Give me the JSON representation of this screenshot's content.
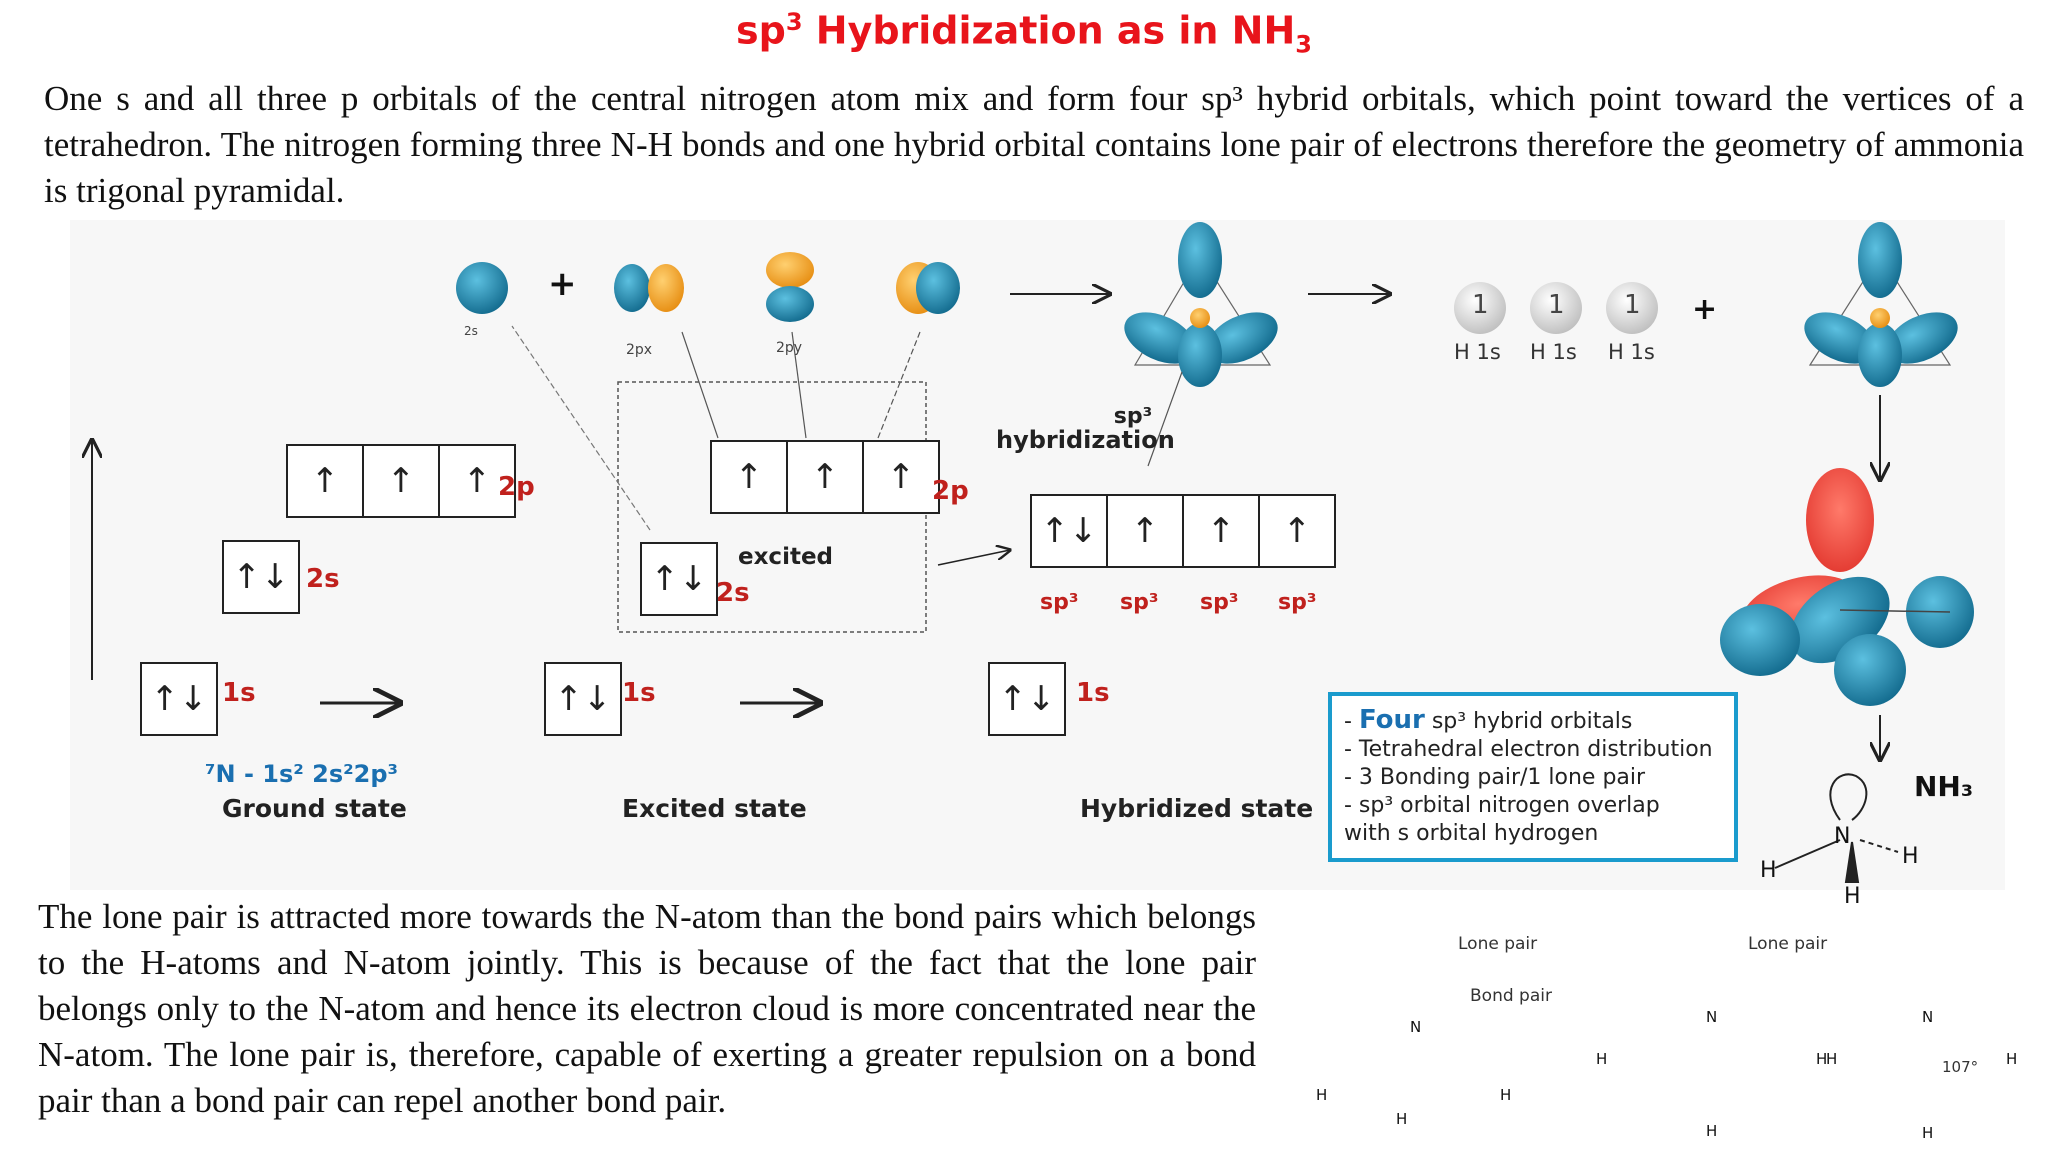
{
  "title": {
    "prefix": "sp",
    "sup": "3",
    "middle": " Hybridization as in NH",
    "sub": "3"
  },
  "para1": "One s and all three p orbitals of the central nitrogen atom mix and form four sp³ hybrid orbitals, which point toward the vertices of a tetrahedron. The nitrogen forming three N-H bonds and one hybrid orbital contains lone pair of electrons therefore the geometry of ammonia is trigonal pyramidal.",
  "para2": "The lone pair is attracted more towards the N-atom than the bond pairs which belongs to the H-atoms and N-atom jointly. This is because of the fact that the lone pair belongs only to the N-atom and hence its electron cloud is more concentrated near the N-atom. The lone pair is, therefore, capable of exerting a greater repulsion on a bond pair than a bond pair can repel another bond pair.",
  "orbital_labels": {
    "s": "2s",
    "px": "2px",
    "py": "2py",
    "plus": "+"
  },
  "ground": {
    "p": "2p",
    "s2": "2s",
    "s1": "1s",
    "config": "⁷N - 1s² 2s²2p³",
    "state": "Ground state"
  },
  "excited": {
    "p": "2p",
    "s2": "2s",
    "s1": "1s",
    "word": "excited",
    "state": "Excited state"
  },
  "hybrid": {
    "title1": "sp³",
    "title2": "hybridization",
    "s1": "1s",
    "cells": [
      "sp³",
      "sp³",
      "sp³",
      "sp³"
    ],
    "state": "Hybridized state"
  },
  "h1s": {
    "labels": [
      "H 1s",
      "H 1s",
      "H 1s"
    ],
    "digit": "1",
    "plus": "+"
  },
  "info": {
    "lead": "Four",
    "l1": " sp³ hybrid orbitals",
    "l2": "- Tetrahedral electron distribution",
    "l3": "- 3 Bonding pair/1 lone pair",
    "l4": "- sp³ orbital nitrogen overlap",
    "l5": "with s orbital hydrogen"
  },
  "nh3": {
    "formula": "NH₃",
    "N": "N",
    "H": "H"
  },
  "bottom": {
    "lone_pair": "Lone pair",
    "bond_pair": "Bond pair",
    "angle": "107°",
    "N": "N",
    "H": "H"
  },
  "colors": {
    "title": "#e8141b",
    "orbital_blue": "#1a7fa8",
    "orbital_orange": "#f4a21c",
    "info_border": "#1a9bcd"
  }
}
